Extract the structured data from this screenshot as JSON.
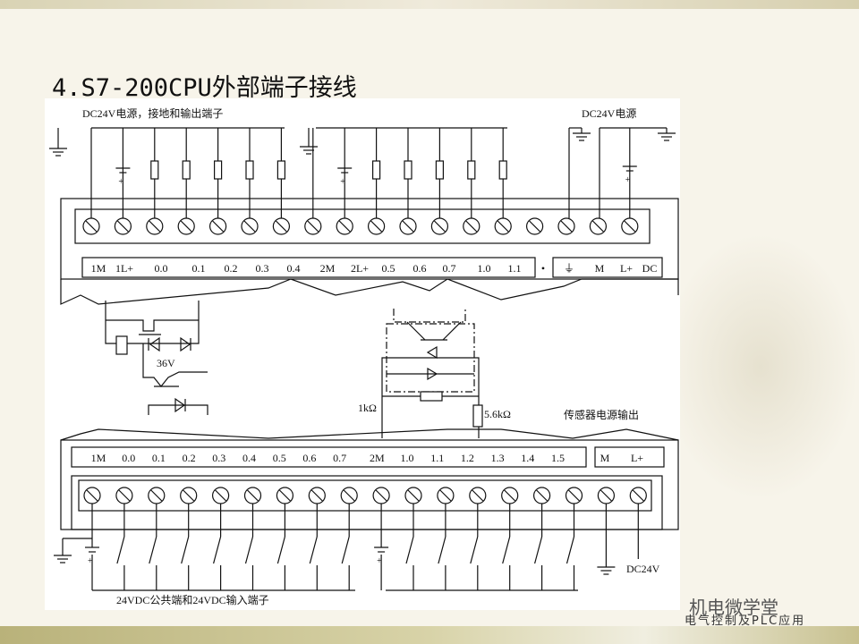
{
  "slide": {
    "title": "4.S7-200CPU外部端子接线"
  },
  "diagram": {
    "top_caption_left": "DC24V电源，接地和输出端子",
    "top_caption_right": "DC24V电源",
    "top_terminal_labels": [
      "1M",
      "1L+",
      "0.0",
      "0.1",
      "0.2",
      "0.3",
      "0.4",
      "2M",
      "2L+",
      "0.5",
      "0.6",
      "0.7",
      "1.0",
      "1.1",
      "•",
      "⏚",
      "M",
      "L+",
      "DC"
    ],
    "zener_label": "36V",
    "resistor_1k": "1kΩ",
    "resistor_5k6": "5.6kΩ",
    "sensor_power_label": "传感器电源输出",
    "bottom_terminal_labels": [
      "1M",
      "0.0",
      "0.1",
      "0.2",
      "0.3",
      "0.4",
      "0.5",
      "0.6",
      "0.7",
      "2M",
      "1.0",
      "1.1",
      "1.2",
      "1.3",
      "1.4",
      "1.5",
      "M",
      "L+"
    ],
    "bottom_dc_label": "DC24V",
    "bottom_caption": "24VDC公共端和24VDC输入端子"
  },
  "watermark": {
    "name": "机电微学堂",
    "sub": "电气控制及PLC应用"
  }
}
